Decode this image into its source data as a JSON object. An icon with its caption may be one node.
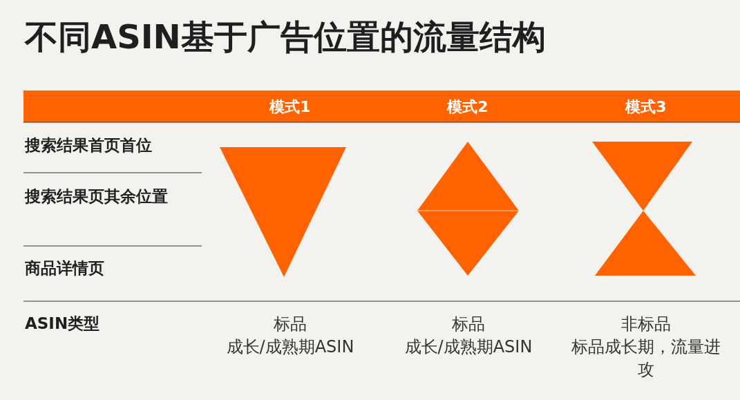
{
  "diagram": {
    "title": "不同ASIN基于广告位置的流量结构",
    "labels": [
      "模式1",
      "模式2",
      "模式3",
      "搜索结果首页首位",
      "搜索结果页其余位置",
      "商品详情页",
      "ASIN类型",
      "标品",
      "成长/成熟期ASIN",
      "标品",
      "成长/成熟期ASIN",
      "非标品",
      "标品成长期，流量进攻"
    ]
  }
}
